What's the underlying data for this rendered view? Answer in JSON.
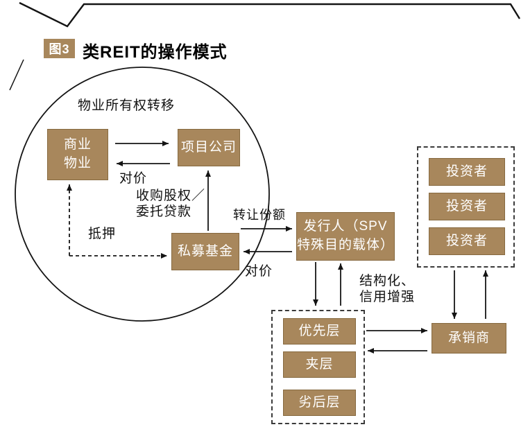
{
  "header": {
    "badge": "图3",
    "title": "类REIT的操作模式"
  },
  "colors": {
    "box_fill": "#a8875c",
    "box_border": "#86693f",
    "line": "#141414"
  },
  "nodes": {
    "commercial_property": "商业\n物业",
    "project_company": "项目公司",
    "private_fund": "私募基金",
    "issuer_spv": "发行人（SPV\n特殊目的载体）",
    "investors": [
      "投资者",
      "投资者",
      "投资者"
    ],
    "senior_tranche": "优先层",
    "mezzanine_tranche": "夹层",
    "junior_tranche": "劣后层",
    "underwriter": "承销商"
  },
  "edge_labels": {
    "ownership_transfer": "物业所有权转移",
    "consideration_top": "对价",
    "equity_acquisition": "收购股权／\n委托贷款",
    "mortgage": "抵押",
    "share_transfer": "转让份额",
    "consideration_right": "对价",
    "structuring": "结构化、\n信用增强"
  }
}
